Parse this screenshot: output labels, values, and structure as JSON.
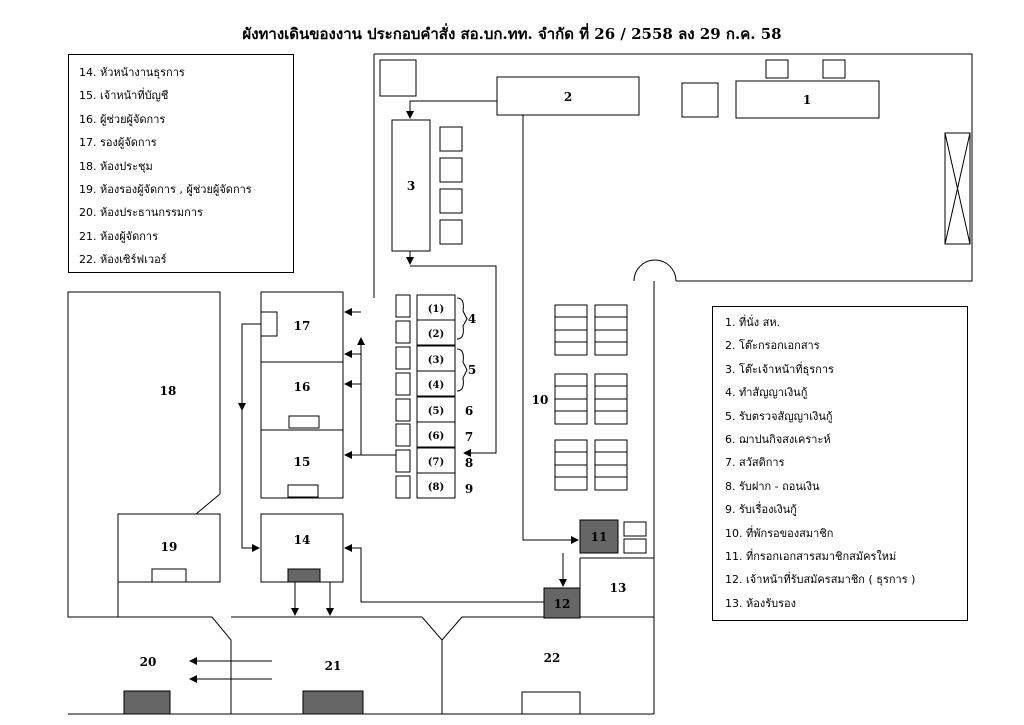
{
  "title": "ผังทางเดินของงาน ประกอบคำสั่ง สอ.บก.ทท. จำกัด ที่ 26 / 2558 ลง 29 ก.ค. 58",
  "legend_left": [
    "14. หัวหน้างานธุรการ",
    "15. เจ้าหน้าที่บัญชี",
    "16. ผู้ช่วยผู้จัดการ",
    "17. รองผู้จัดการ",
    "18. ห้องประชุม",
    "19. ห้องรองผู้จัดการ , ผู้ช่วยผู้จัดการ",
    "20. ห้องประธานกรรมการ",
    "21. ห้องผู้จัดการ",
    "22. ห้องเซิร์ฟเวอร์"
  ],
  "legend_right": [
    "1. ที่นั่ง สห.",
    "2. โต๊ะกรอกเอกสาร",
    "3. โต๊ะเจ้าหน้าที่ธุรการ",
    "4. ทำสัญญาเงินกู้",
    "5. รับตรวจสัญญาเงินกู้",
    "6. ฌาปนกิจสงเคราะห์",
    "7. สวัสดิการ",
    "8. รับฝาก - ถอนเงิน",
    "9. รับเรื่องเงินกู้",
    "10. ที่พักรอของสมาชิก",
    "11. ที่กรอกเอกสารสมาชิกสมัครใหม่",
    "12. เจ้าหน้าที่รับสมัครสมาชิก ( ธุรการ )",
    "13. ห้องรับรอง"
  ],
  "labels": {
    "n1": "1",
    "n2": "2",
    "n3": "3",
    "n4": "4",
    "n5": "5",
    "n6": "6",
    "n7": "7",
    "n8": "8",
    "n9": "9",
    "n10": "10",
    "n11": "11",
    "n12": "12",
    "n13": "13",
    "n14": "14",
    "n15": "15",
    "n16": "16",
    "n17": "17",
    "n18": "18",
    "n19": "19",
    "n20": "20",
    "n21": "21",
    "n22": "22"
  },
  "counters": [
    "(1)",
    "(2)",
    "(3)",
    "(4)",
    "(5)",
    "(6)",
    "(7)",
    "(8)"
  ],
  "colors": {
    "dark_fill": "#666666",
    "line": "#000000"
  }
}
